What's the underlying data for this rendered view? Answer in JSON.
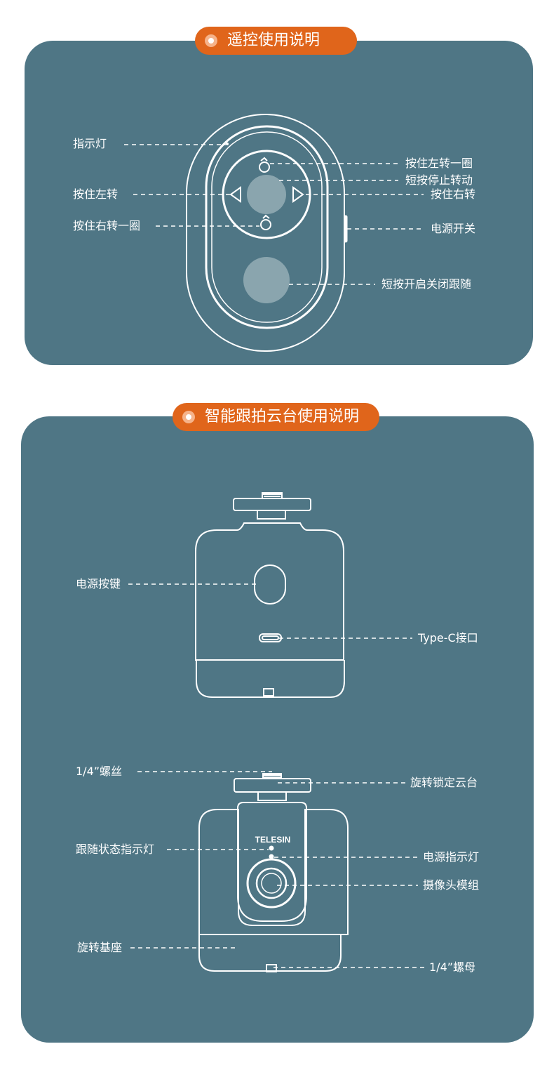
{
  "remote": {
    "title": "遥控使用说明",
    "labels": {
      "indicator": "指示灯",
      "hold_left": "按住左转",
      "hold_right_circle_left": "按住右转一圈",
      "hold_left_circle": "按住左转一圈",
      "short_stop": "短按停止转动",
      "hold_right": "按住右转",
      "power_switch": "电源开关",
      "short_toggle_follow": "短按开启关闭跟随"
    }
  },
  "gimbal": {
    "title": "智能跟拍云台使用说明",
    "labels": {
      "power_key": "电源按键",
      "type_c": "Type-C接口",
      "screw": "1/4”螺丝",
      "rotate_lock": "旋转锁定云台",
      "follow_indicator": "跟随状态指示灯",
      "power_indicator": "电源指示灯",
      "camera_module": "摄像头模组",
      "rotate_base": "旋转基座",
      "nut": "1/4”螺母"
    },
    "brand": "TELESIN"
  },
  "colors": {
    "panel": "#4f7685",
    "accent": "#e0651b",
    "line": "#ffffff"
  }
}
